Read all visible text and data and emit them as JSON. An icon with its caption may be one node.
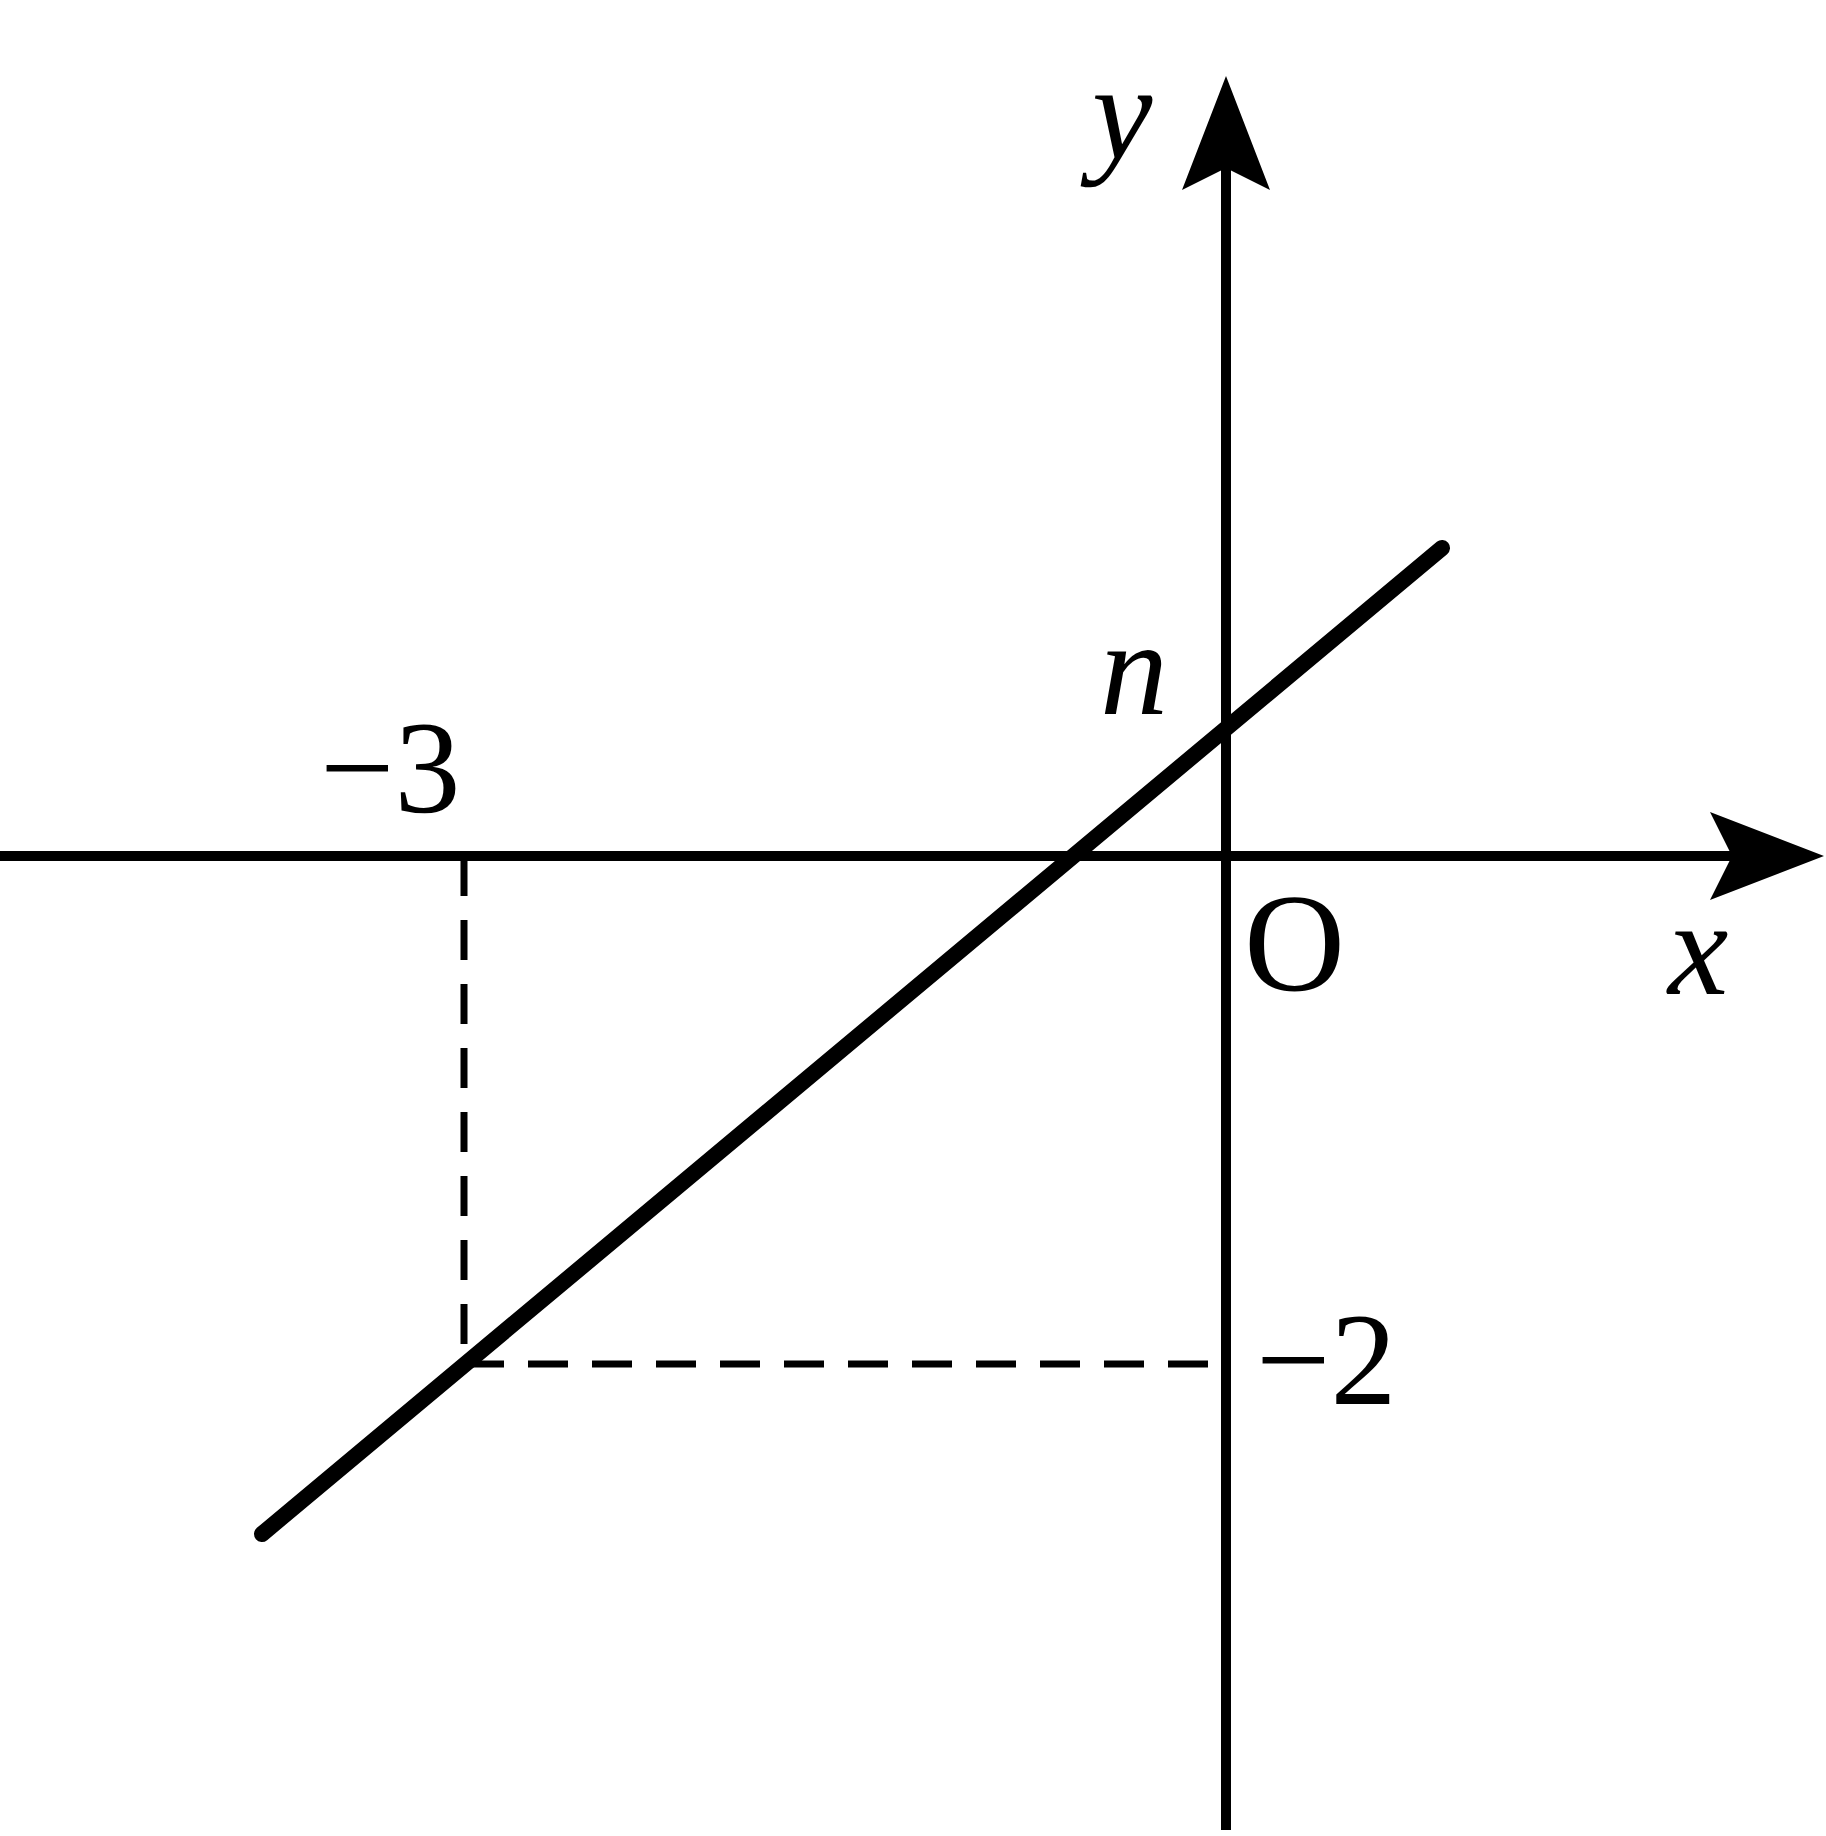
{
  "diagram": {
    "labels": [
      "y",
      "n",
      "−3",
      "O",
      "x",
      "−2"
    ]
  }
}
